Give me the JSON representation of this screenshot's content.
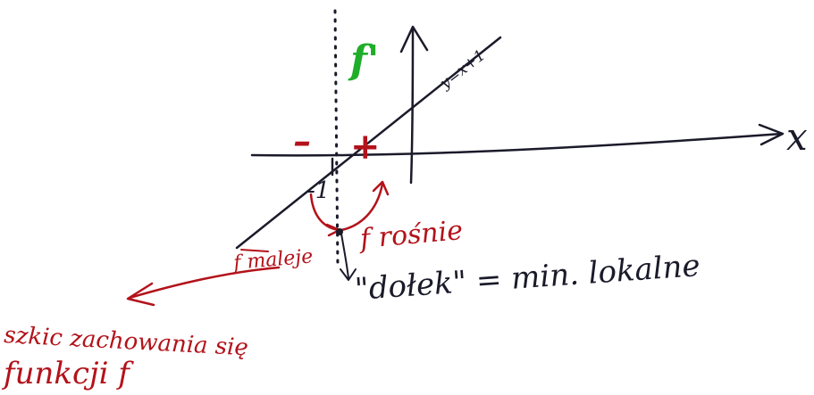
{
  "colors": {
    "ink": "#1a1a2a",
    "red": "#b3121a",
    "green": "#1fae2a"
  },
  "labels": {
    "derivative": "f'",
    "line_label": "y=x+1",
    "x_axis": "x",
    "minus_sign": "–",
    "plus_sign": "+",
    "root": "-1",
    "decreasing": "f maleje",
    "increasing": "f rośnie",
    "dip": "\"dołek\" = min. lokalne",
    "sketch_line1": "szkic zachowania się",
    "sketch_line2": "funkcji f"
  }
}
